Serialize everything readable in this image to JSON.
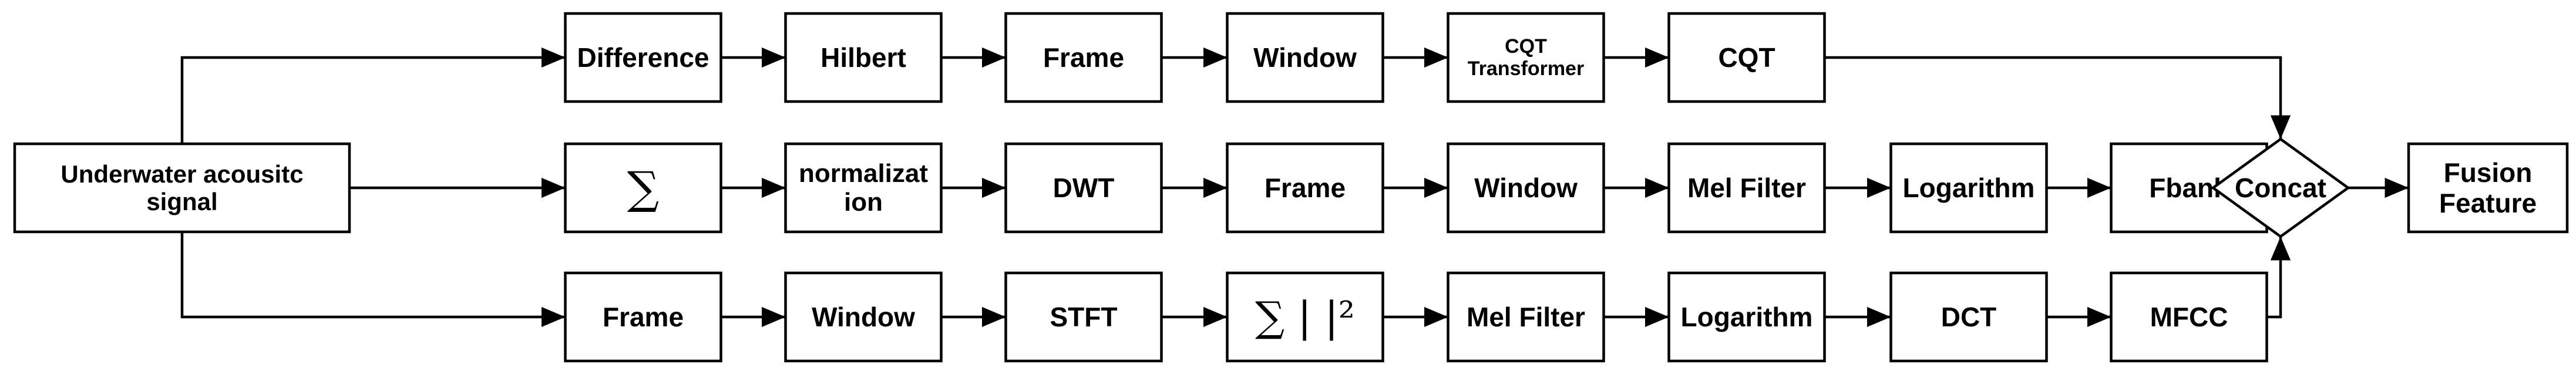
{
  "nodes": {
    "input": [
      "Underwater acousitc",
      "signal"
    ],
    "difference": [
      "Difference"
    ],
    "hilbert": [
      "Hilbert"
    ],
    "frame_top": [
      "Frame"
    ],
    "window_top": [
      "Window"
    ],
    "cqt_transformer": [
      "CQT",
      "Transformer"
    ],
    "cqt": [
      "CQT"
    ],
    "sigma_mid": [
      "∑"
    ],
    "normalization": [
      "normalizat",
      "ion"
    ],
    "dwt": [
      "DWT"
    ],
    "frame_mid": [
      "Frame"
    ],
    "window_mid": [
      "Window"
    ],
    "mel_filter_mid": [
      "Mel Filter"
    ],
    "logarithm_mid": [
      "Logarithm"
    ],
    "fbank": [
      "Fbank"
    ],
    "concat": [
      "Concat"
    ],
    "fusion": [
      "Fusion",
      "Feature"
    ],
    "frame_bot": [
      "Frame"
    ],
    "window_bot": [
      "Window"
    ],
    "stft": [
      "STFT"
    ],
    "power_spectrum": [
      "∑ | |²"
    ],
    "mel_filter_bot": [
      "Mel Filter"
    ],
    "logarithm_bot": [
      "Logarithm"
    ],
    "dct": [
      "DCT"
    ],
    "mfcc": [
      "MFCC"
    ]
  },
  "edges": [
    [
      "input",
      "difference"
    ],
    [
      "difference",
      "hilbert"
    ],
    [
      "hilbert",
      "frame_top"
    ],
    [
      "frame_top",
      "window_top"
    ],
    [
      "window_top",
      "cqt_transformer"
    ],
    [
      "cqt_transformer",
      "cqt"
    ],
    [
      "cqt",
      "concat"
    ],
    [
      "input",
      "sigma_mid"
    ],
    [
      "sigma_mid",
      "normalization"
    ],
    [
      "normalization",
      "dwt"
    ],
    [
      "dwt",
      "frame_mid"
    ],
    [
      "frame_mid",
      "window_mid"
    ],
    [
      "window_mid",
      "mel_filter_mid"
    ],
    [
      "mel_filter_mid",
      "logarithm_mid"
    ],
    [
      "logarithm_mid",
      "fbank"
    ],
    [
      "fbank",
      "concat"
    ],
    [
      "concat",
      "fusion"
    ],
    [
      "input",
      "frame_bot"
    ],
    [
      "frame_bot",
      "window_bot"
    ],
    [
      "window_bot",
      "stft"
    ],
    [
      "stft",
      "power_spectrum"
    ],
    [
      "power_spectrum",
      "mel_filter_bot"
    ],
    [
      "mel_filter_bot",
      "logarithm_bot"
    ],
    [
      "logarithm_bot",
      "dct"
    ],
    [
      "dct",
      "mfcc"
    ],
    [
      "mfcc",
      "concat"
    ]
  ]
}
